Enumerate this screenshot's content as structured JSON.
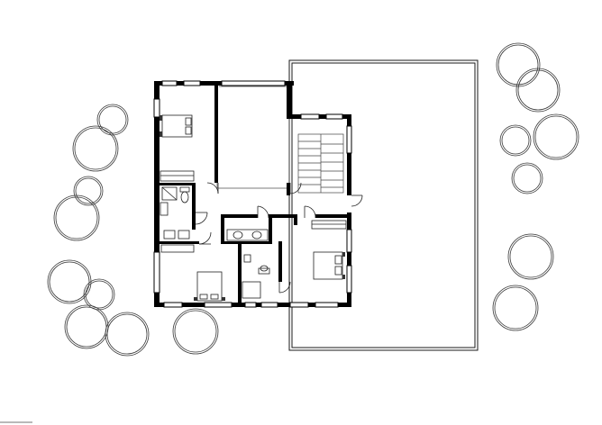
{
  "plan": {
    "kind": "architectural-floor-plan",
    "drawing_style": "black-walls-on-white",
    "colors": {
      "background": "#ffffff",
      "wall": "#000000",
      "line": "#1a1a1a",
      "tree": "#3a3a3a"
    },
    "rooms": [
      {
        "id": "bedroom-nw",
        "furniture": [
          "double-bed",
          "wardrobe"
        ]
      },
      {
        "id": "void-north",
        "furniture": []
      },
      {
        "id": "stair-hall",
        "furniture": [
          "staircase"
        ]
      },
      {
        "id": "bathroom-w",
        "furniture": [
          "toilet",
          "shower",
          "vanity"
        ]
      },
      {
        "id": "corridor",
        "furniture": [
          "double-vanity"
        ]
      },
      {
        "id": "bedroom-sw",
        "furniture": [
          "double-bed",
          "wardrobe"
        ]
      },
      {
        "id": "bathroom-s",
        "furniture": [
          "toilet",
          "shower",
          "sink"
        ]
      },
      {
        "id": "bedroom-e",
        "furniture": [
          "double-bed",
          "wardrobe"
        ]
      }
    ],
    "terrace": {
      "present": true
    },
    "trees": {
      "west_cluster": 9,
      "east_cluster": 8,
      "south": 1
    }
  }
}
